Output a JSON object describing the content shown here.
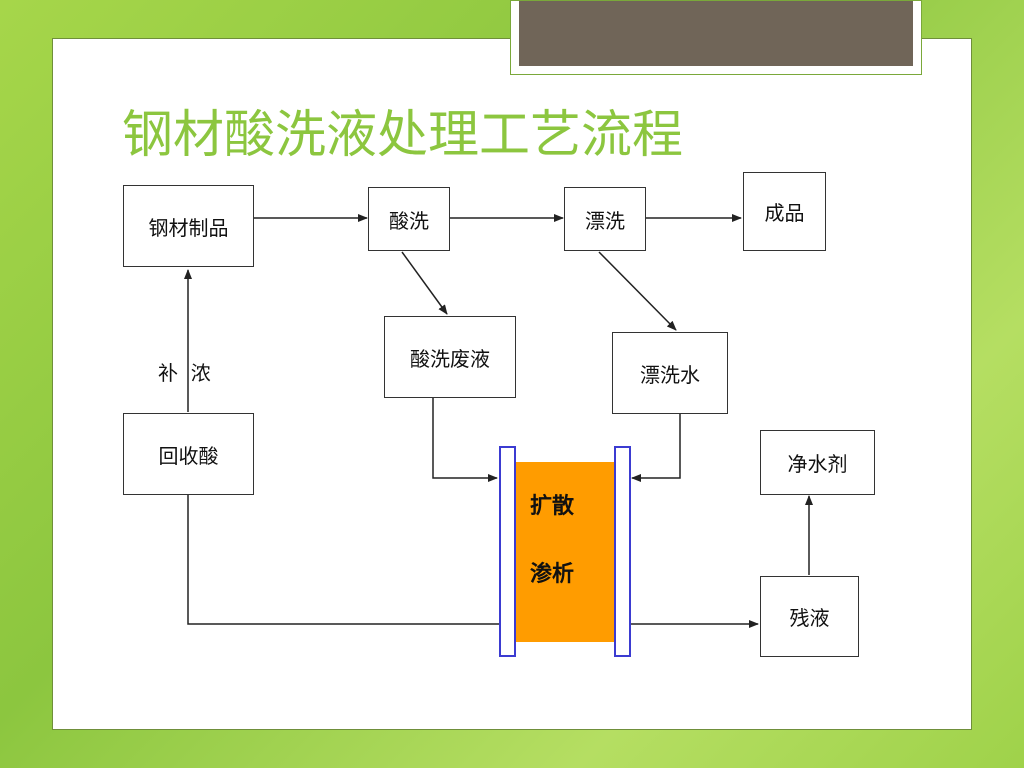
{
  "slide": {
    "title": "钢材酸洗液处理工艺流程"
  },
  "diagram": {
    "nodes": {
      "steel_products": "钢材制品",
      "pickling": "酸洗",
      "rinsing": "漂洗",
      "finished_product": "成品",
      "pickling_waste": "酸洗废液",
      "rinse_water": "漂洗水",
      "recovered_acid": "回收酸",
      "water_purifier": "净水剂",
      "residual_liquid": "残液"
    },
    "edge_label_replenish": "补  浓",
    "dialysis": {
      "line1": "扩散",
      "line2": "渗析"
    }
  },
  "colors": {
    "background": "#8cc63f",
    "title": "#8cc63f",
    "dialysis_fill": "#ff9c00",
    "membrane_border": "#3b3bd1",
    "top_tab": "#706558"
  }
}
